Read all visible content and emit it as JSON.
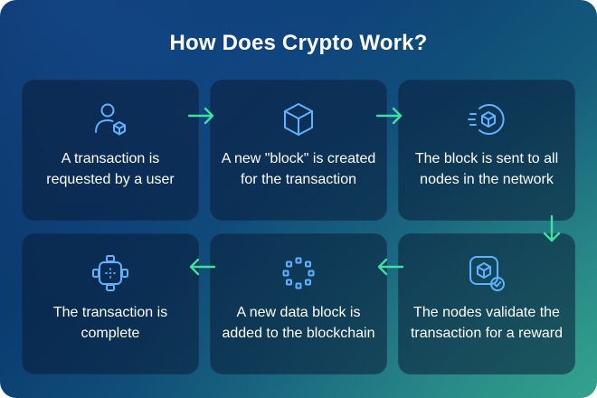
{
  "title": "How Does Crypto Work?",
  "colors": {
    "accent": "#5fb2ff",
    "arrow": "#3fe0a0"
  },
  "steps": [
    {
      "icon": "user-cube-icon",
      "label": "A transaction is requested by a user"
    },
    {
      "icon": "cube-icon",
      "label": "A new \"block\" is created for the transaction"
    },
    {
      "icon": "broadcast-cube-icon",
      "label": "The block is sent to all nodes in the network"
    },
    {
      "icon": "verified-cube-icon",
      "label": "The nodes validate the transaction for a reward"
    },
    {
      "icon": "circle-chain-icon",
      "label": "A new data block is added to the blockchain"
    },
    {
      "icon": "network-complete-icon",
      "label": "The transaction is complete"
    }
  ]
}
